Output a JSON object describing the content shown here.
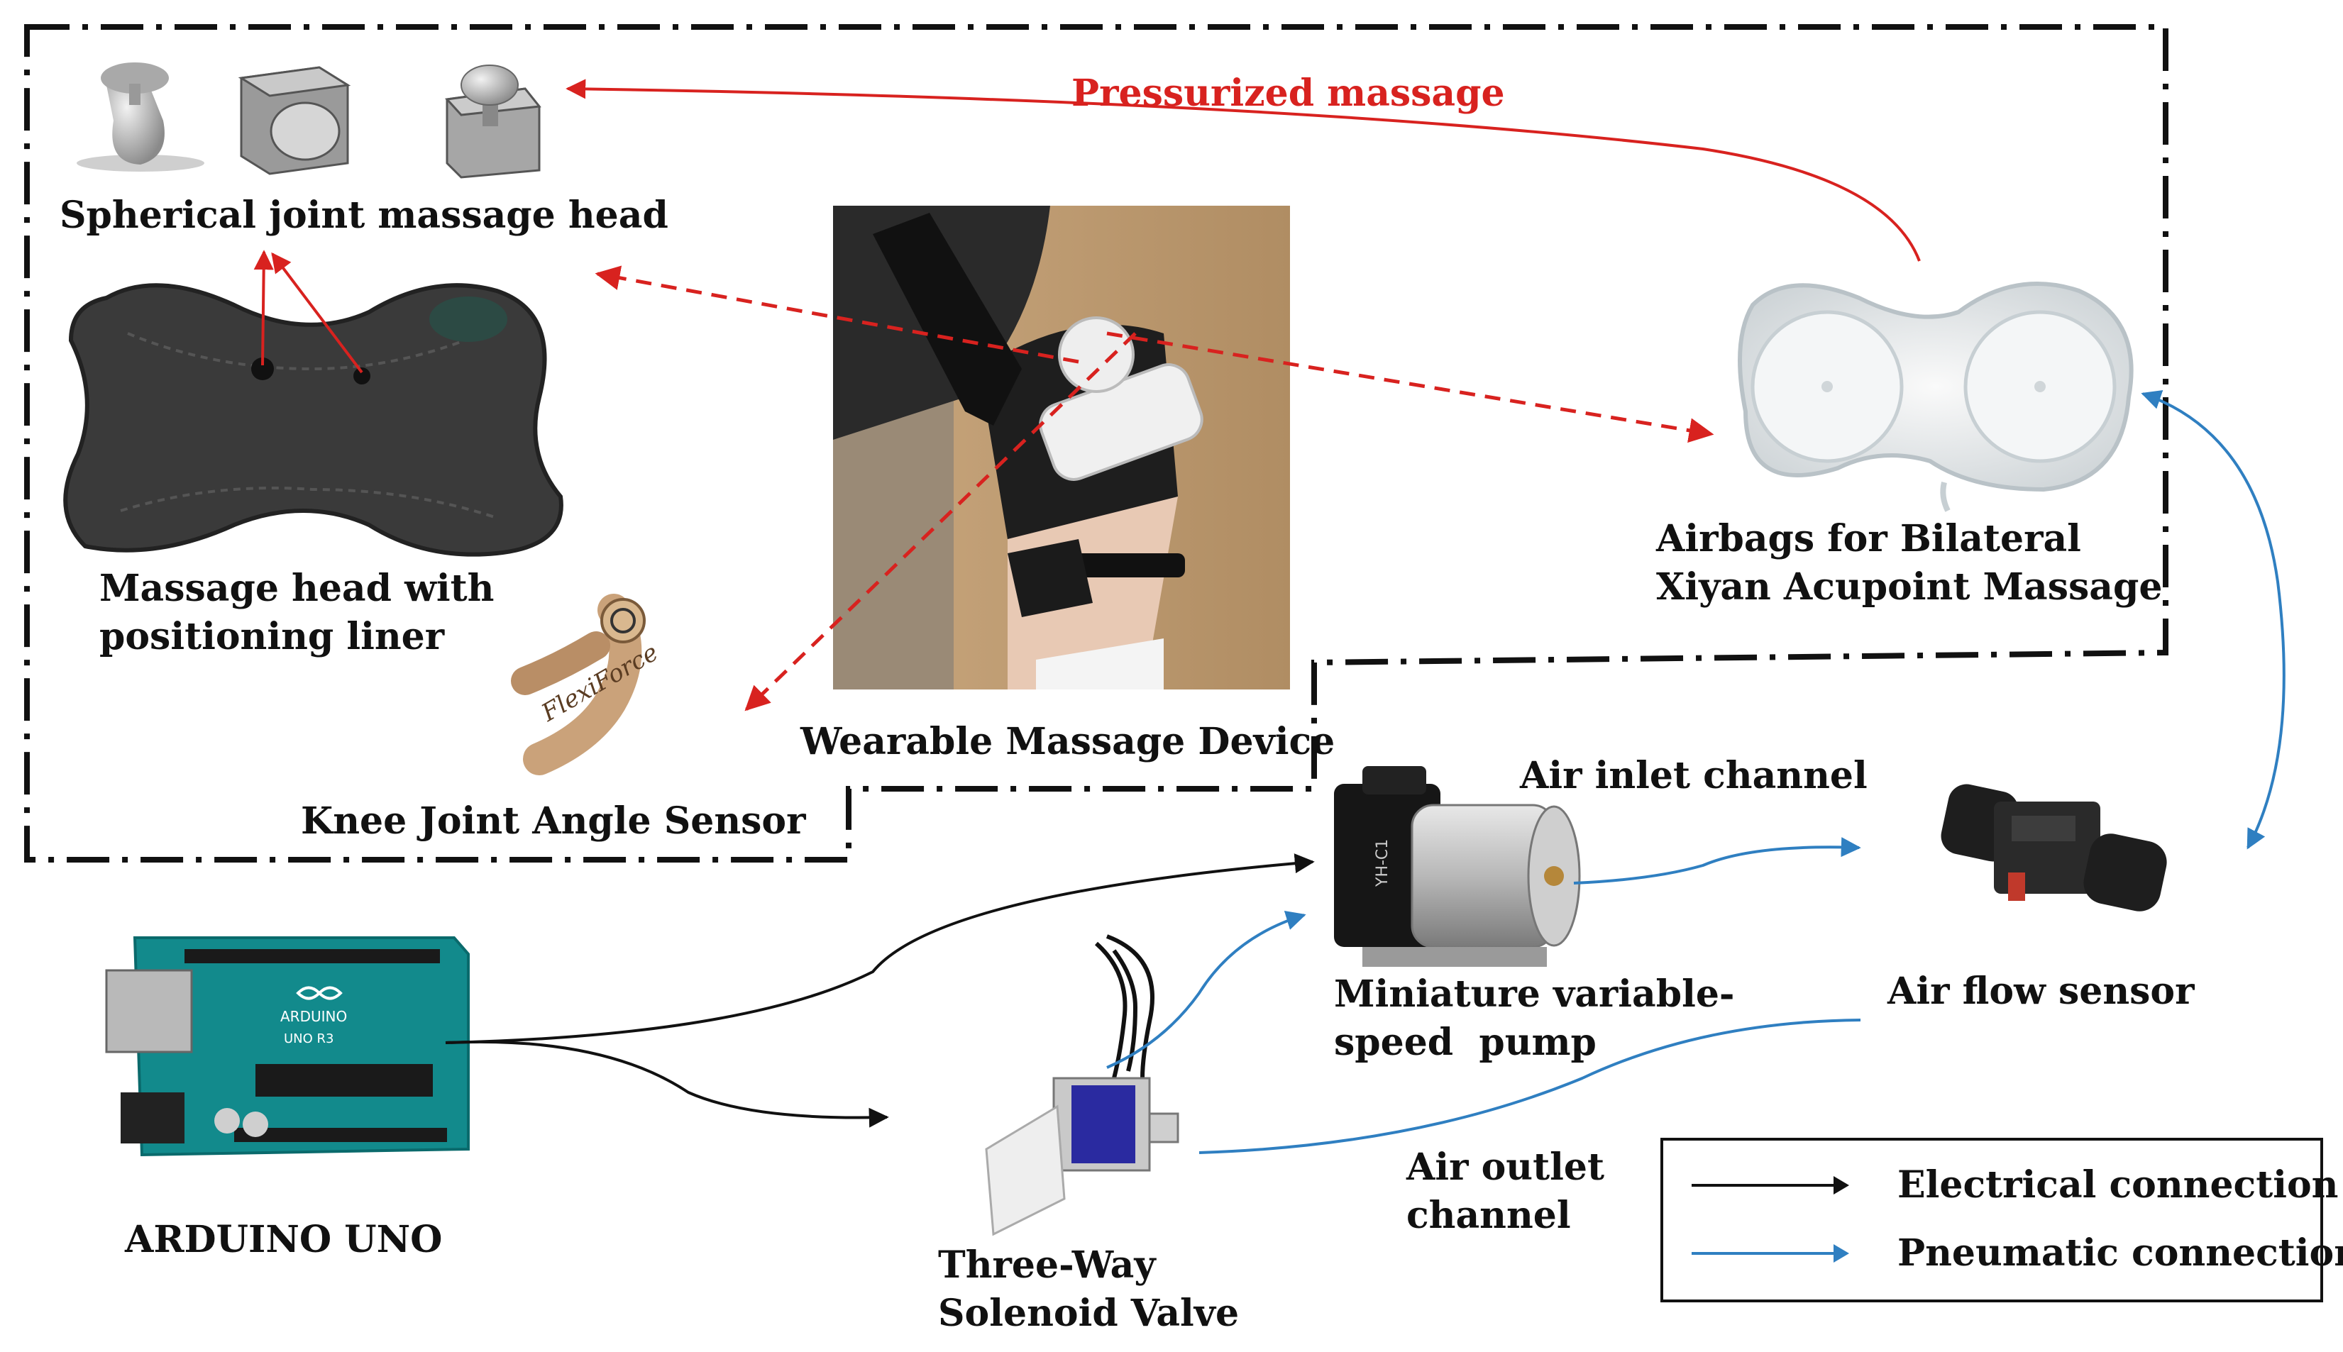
{
  "colors": {
    "electrical": "#111111",
    "pneumatic": "#2f7fc1",
    "massage_link": "#d8221f",
    "boundary": "#111111"
  },
  "labels": {
    "pressurized_massage": "Pressurized massage",
    "spherical_head": "Spherical joint massage head",
    "liner": [
      "Massage head with",
      "positioning liner"
    ],
    "angle_sensor": "Knee Joint Angle Sensor",
    "wearable_device": "Wearable Massage Device",
    "airbags": [
      "Airbags for Bilateral",
      "Xiyan Acupoint Massage"
    ],
    "air_inlet": "Air inlet channel",
    "pump": [
      "Miniature variable-",
      "speed  pump"
    ],
    "flow_sensor": "Air flow sensor",
    "air_outlet": [
      "Air outlet",
      "channel"
    ],
    "arduino": "ARDUINO UNO",
    "valve": [
      "Three-Way",
      "Solenoid Valve"
    ],
    "sensor_print": "FlexiForce",
    "board_logo": "ARDUINO",
    "board_model": "UNO R3",
    "pump_print": "YH-C1"
  },
  "legend": {
    "electrical": "Electrical connection",
    "pneumatic": "Pneumatic connection"
  }
}
